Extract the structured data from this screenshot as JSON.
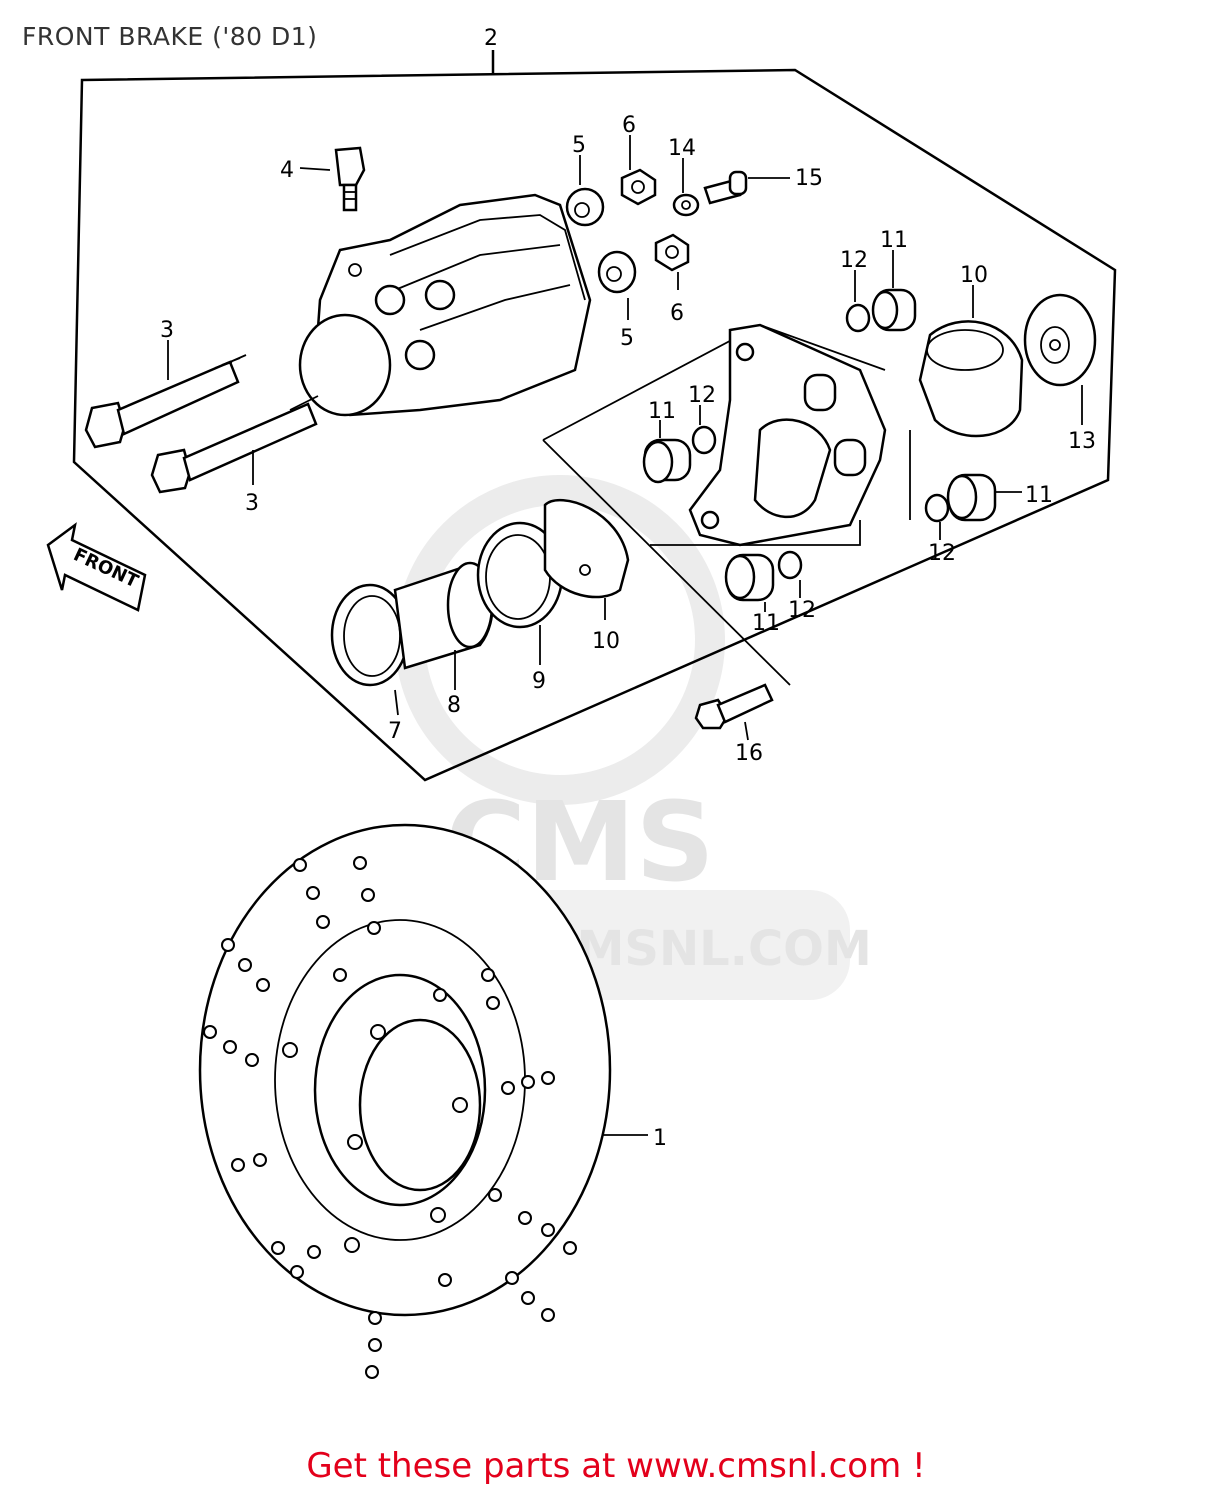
{
  "header": {
    "title": "FRONT BRAKE ('80 D1)"
  },
  "footer": {
    "link_text": "Get these parts at www.cmsnl.com !"
  },
  "watermark": {
    "brand": "CMS",
    "url": "WWW.CMSNL.COM"
  },
  "front_arrow": {
    "label": "FRONT"
  },
  "callouts": {
    "c1": "1",
    "c2": "2",
    "c3a": "3",
    "c3b": "3",
    "c4": "4",
    "c5a": "5",
    "c5b": "5",
    "c6a": "6",
    "c6b": "6",
    "c7": "7",
    "c8": "8",
    "c9": "9",
    "c10a": "10",
    "c10b": "10",
    "c11a": "11",
    "c11b": "11",
    "c11c": "11",
    "c11d": "11",
    "c12a": "12",
    "c12b": "12",
    "c12c": "12",
    "c12d": "12",
    "c13": "13",
    "c14": "14",
    "c15": "15",
    "c16": "16"
  },
  "colors": {
    "footer": "#e3001b",
    "title": "#333333",
    "watermark": "#e4e4e4",
    "lines": "#000000"
  }
}
